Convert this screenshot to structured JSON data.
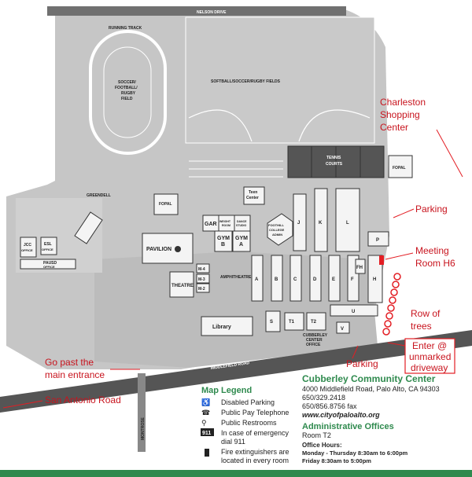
{
  "roads": {
    "top": "NELSON DRIVE",
    "bottom": "MIDDLEFIELD ROAD",
    "side": "MONTROSE"
  },
  "areas": {
    "track": "RUNNING TRACK",
    "soccer1": "SOCCER/",
    "soccer2": "FOOTBALL/",
    "soccer3": "RUGBY",
    "soccer4": "FIELD",
    "softball": "SOFTBALL/SOCCER/RUGBY FIELDS",
    "tennis1": "TENNIS",
    "tennis2": "COURTS",
    "greendell": "GREENDELL",
    "amphitheatre": "AMPHITHEATRE"
  },
  "buildings": {
    "fopal_right": "FOPAL",
    "fopal_left": "FOPAL",
    "teen1": "Teen",
    "teen2": "Center",
    "gar": "GAR",
    "weight1": "WEIGHT",
    "weight2": "ROOM",
    "dance1": "DANCE",
    "dance2": "STUDIO",
    "gymb1": "GYM",
    "gymb2": "B",
    "gyma1": "GYM",
    "gyma2": "A",
    "foothill1": "FOOTHILL",
    "foothill2": "COLLEGE",
    "foothill3": "ADMIN",
    "pavilion": "PAVILION",
    "theatre": "THEATRE",
    "m4": "M-4",
    "m3": "M-3",
    "m2": "M-2",
    "library": "Library",
    "jcc1": "JCC",
    "jcc2": "OFFICE",
    "esl1": "ESL",
    "esl2": "OFFICE",
    "palusd1": "PAUSD",
    "palusd2": "OFFICE",
    "a": "A",
    "b": "B",
    "c": "C",
    "d": "D",
    "e": "E",
    "f": "F",
    "fh": "FH",
    "h": "H",
    "j": "J",
    "k": "K",
    "l": "L",
    "p": "P",
    "s": "S",
    "t1": "T1",
    "t2": "T2",
    "u": "U",
    "v": "V",
    "cub1": "CUBBERLEY",
    "cub2": "CENTER",
    "cub3": "OFFICE"
  },
  "annotations": {
    "charleston1": "Charleston",
    "charleston2": "Shopping",
    "charleston3": "Center",
    "parking_top": "Parking",
    "meeting1": "Meeting",
    "meeting2": "Room H6",
    "trees1": "Row of",
    "trees2": "trees",
    "enter1": "Enter @",
    "enter2": "unmarked",
    "enter3": "driveway",
    "parking_bottom": "Parking",
    "gopast1": "Go past the",
    "gopast2": "main entrance",
    "sanantonio": "San Antonio Road"
  },
  "legend": {
    "title": "Map Legend",
    "items": [
      "Disabled Parking",
      "Public Pay Telephone",
      "Public Restrooms",
      "In case of emergency",
      "dial 911",
      "Fire extinguishers are",
      "located in every room"
    ],
    "icons": [
      "wheelchair-icon",
      "telephone-icon",
      "restroom-icon",
      "911-icon",
      "fire-extinguisher-icon"
    ]
  },
  "info": {
    "title": "Cubberley Community Center",
    "address": "4000 Middlefield Road, Palo Alto, CA 94303",
    "phone": "650/329.2418",
    "fax": "650/856.8756 fax",
    "website": "www.cityofpaloalto.org",
    "admin_title": "Administrative Offices",
    "admin_room": "Room T2",
    "hours_label": "Office Hours:",
    "hours1": "Monday - Thursday 8:30am to 6:00pm",
    "hours2": "Friday 8:30am to 5:00pm"
  },
  "colors": {
    "annotation": "#c8141e",
    "accent": "#2f8a4e",
    "ground": "#c6c6c6"
  }
}
